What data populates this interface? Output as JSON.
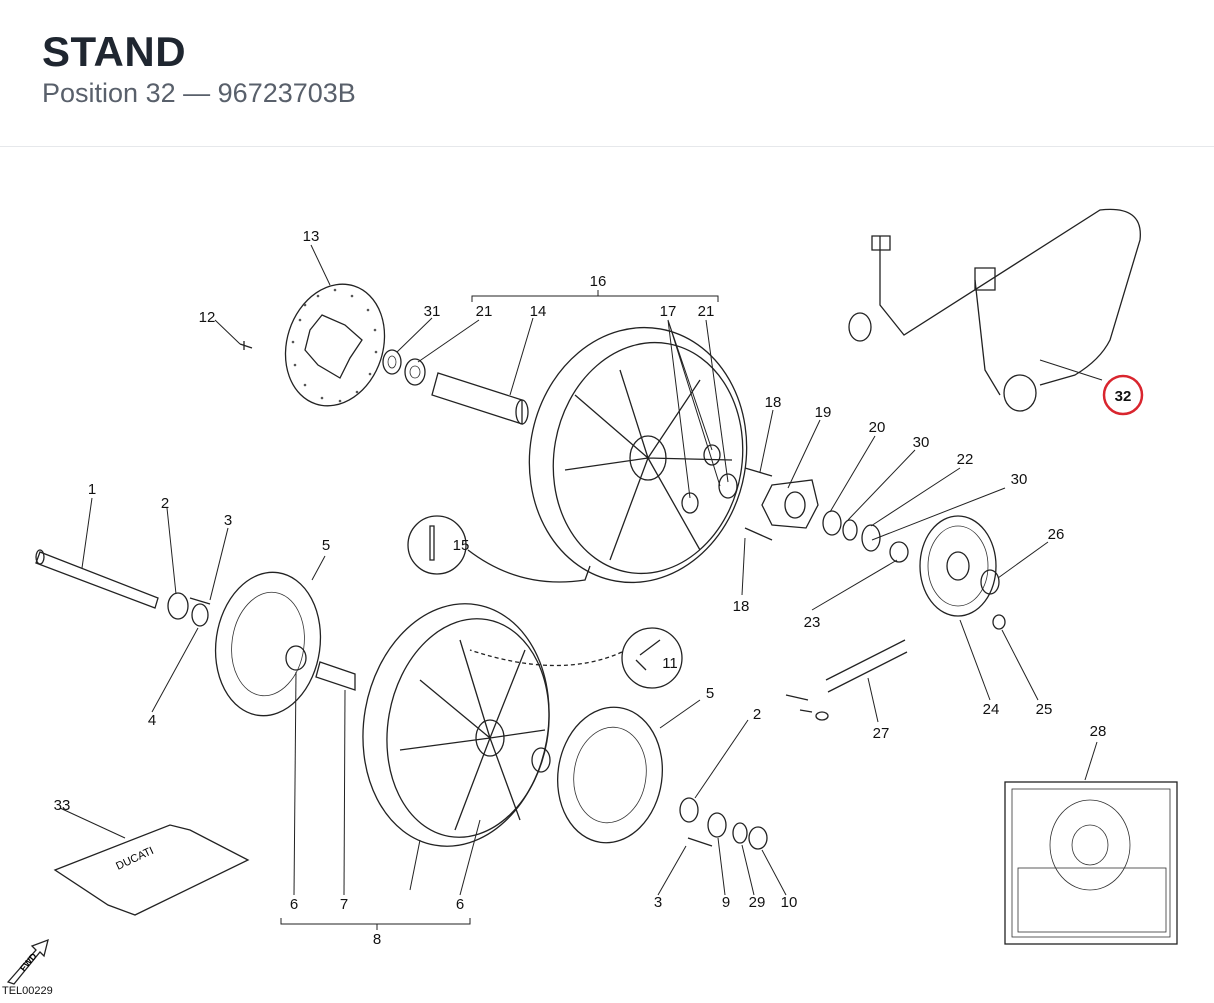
{
  "header": {
    "title": "STAND",
    "subtitle_prefix": "Position",
    "position": "32",
    "separator": "—",
    "part_number": "96723703B"
  },
  "callouts": {
    "c1": "1",
    "c2a": "2",
    "c2b": "2",
    "c3a": "3",
    "c3b": "3",
    "c4": "4",
    "c5a": "5",
    "c5b": "5",
    "c6a": "6",
    "c6b": "6",
    "c7": "7",
    "c8": "8",
    "c9": "9",
    "c10": "10",
    "c11": "11",
    "c12": "12",
    "c13": "13",
    "c14": "14",
    "c15": "15",
    "c16": "16",
    "c17": "17",
    "c18a": "18",
    "c18b": "18",
    "c19": "19",
    "c20": "20",
    "c21a": "21",
    "c21b": "21",
    "c22": "22",
    "c23": "23",
    "c24": "24",
    "c25": "25",
    "c26": "26",
    "c27": "27",
    "c28": "28",
    "c29": "29",
    "c30a": "30",
    "c30b": "30",
    "c31": "31",
    "c32": "32",
    "c33": "33"
  },
  "bag_text": "DUCATI",
  "fwd_text": "FWD",
  "drawing_code": "TEL00229",
  "highlight_color": "#d9252e"
}
